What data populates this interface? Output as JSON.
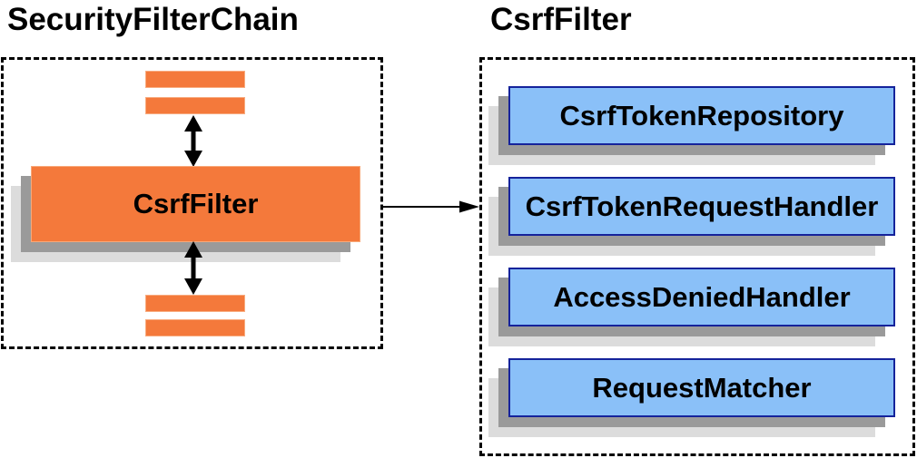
{
  "left_panel": {
    "title": "SecurityFilterChain",
    "filter_box_label": "CsrfFilter",
    "filter_placeholder_bars": 4
  },
  "right_panel": {
    "title": "CsrfFilter",
    "items": [
      {
        "label": "CsrfTokenRepository"
      },
      {
        "label": "CsrfTokenRequestHandler"
      },
      {
        "label": "AccessDeniedHandler"
      },
      {
        "label": "RequestMatcher"
      }
    ]
  },
  "icons": {
    "up_down_arrow": "↕",
    "right_arrow": "→"
  },
  "colors": {
    "orange_fill": "#F4793B",
    "orange_bar_border": "#F8AC80",
    "blue_fill": "#8AC0F8",
    "blue_border": "#15239B",
    "shadow_dark": "#9A9A9A",
    "shadow_light": "#DCDCDC",
    "arrow": "#000000",
    "text": "#000000"
  }
}
